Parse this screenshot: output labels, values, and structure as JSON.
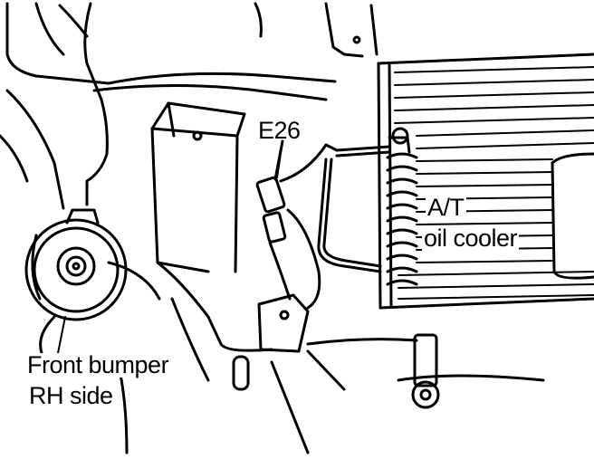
{
  "labels": {
    "connector": "E26",
    "cooler_line1": "A/T",
    "cooler_line2": "oil cooler",
    "bumper_line1": "Front bumper",
    "bumper_line2": "RH side"
  },
  "colors": {
    "ink": "#000000",
    "paper": "#ffffff"
  }
}
